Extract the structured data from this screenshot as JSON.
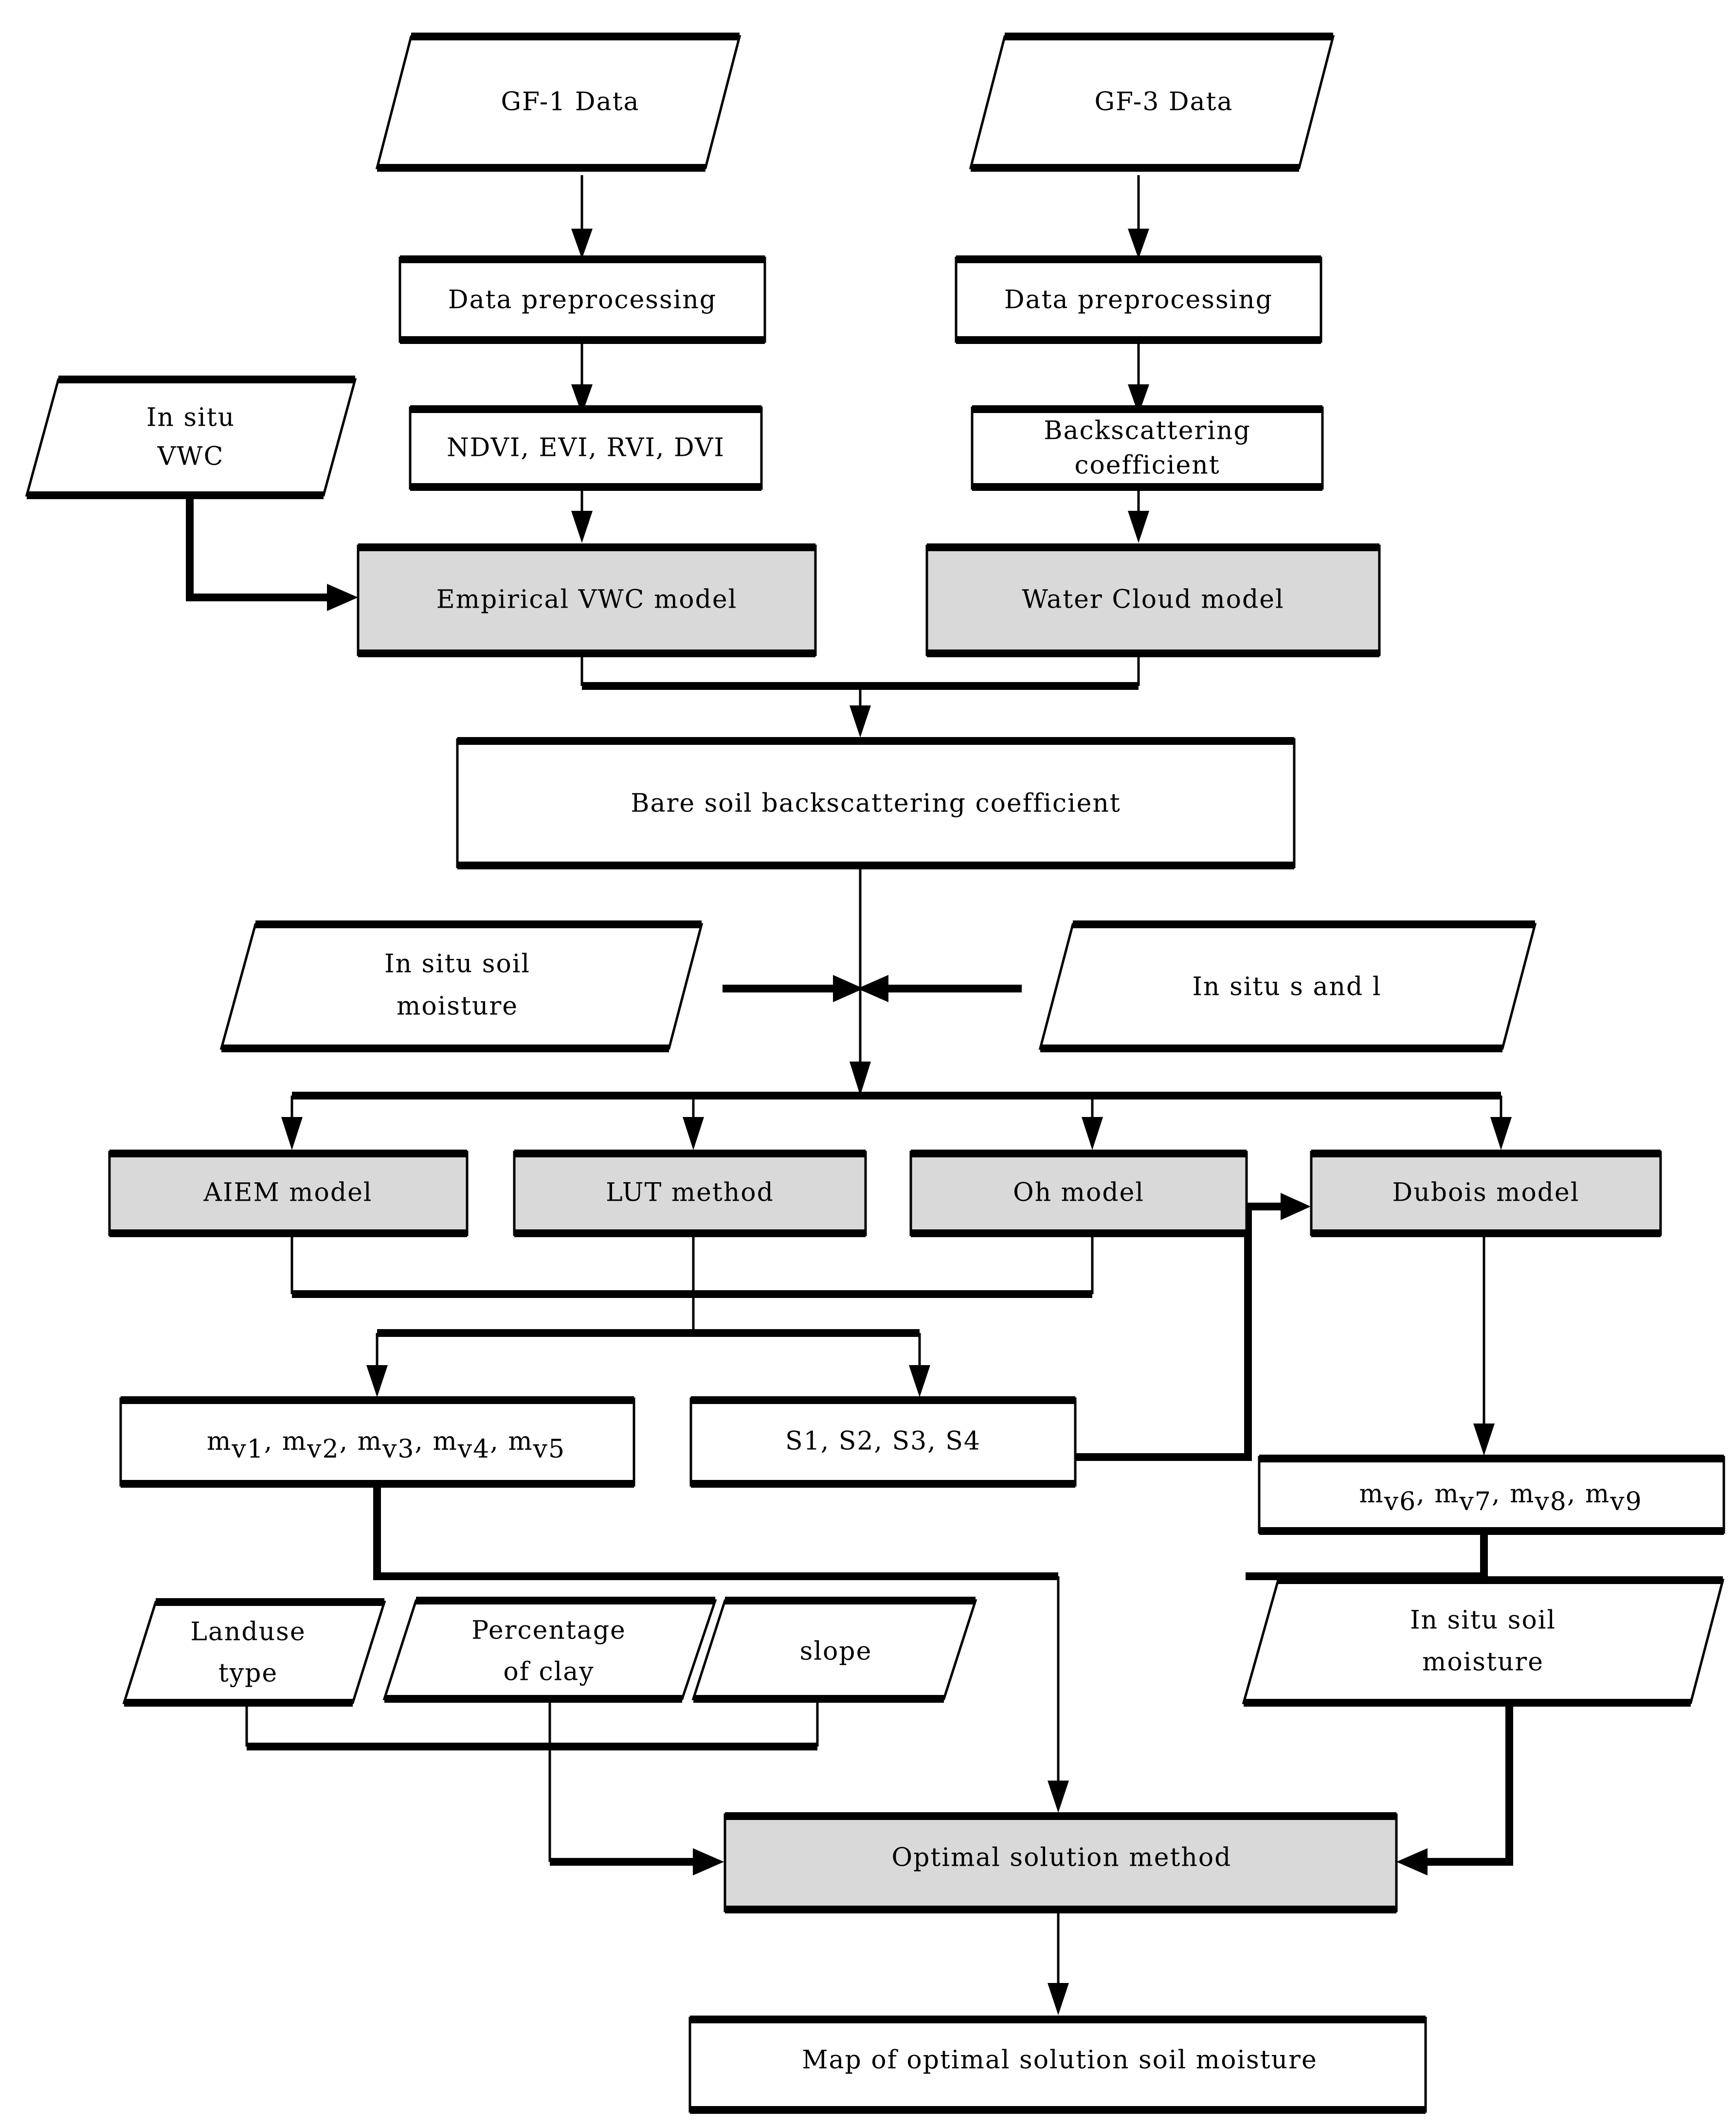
{
  "diagram": {
    "title": "Soil moisture retrieval workflow flowchart",
    "accent_shaded": "#d9d9d9",
    "line_color": "#000000",
    "background": "#ffffff"
  },
  "nodes": {
    "gf1_data": {
      "label": "GF-1 Data",
      "shape": "parallelogram"
    },
    "gf3_data": {
      "label": "GF-3 Data",
      "shape": "parallelogram"
    },
    "preproc_left": {
      "label": "Data preprocessing",
      "shape": "rect"
    },
    "preproc_right": {
      "label": "Data preprocessing",
      "shape": "rect"
    },
    "in_situ_vwc": {
      "label_line1": "In situ",
      "label_line2": "VWC",
      "shape": "parallelogram"
    },
    "indices": {
      "label": "NDVI, EVI, RVI, DVI",
      "shape": "rect"
    },
    "backscatter_coef": {
      "label_line1": "Backscattering",
      "label_line2": "coefficient",
      "shape": "rect"
    },
    "empirical_vwc_model": {
      "label": "Empirical VWC model",
      "shape": "rect",
      "shaded": true
    },
    "water_cloud_model": {
      "label": "Water Cloud model",
      "shape": "rect",
      "shaded": true
    },
    "bare_soil_backscatter": {
      "label": "Bare soil backscattering coefficient",
      "shape": "rect"
    },
    "in_situ_soil_moisture_top": {
      "label_line1": "In situ soil",
      "label_line2": "moisture",
      "shape": "parallelogram"
    },
    "in_situ_s_and_l": {
      "label": "In situ s and l",
      "shape": "parallelogram"
    },
    "aiem_model": {
      "label": "AIEM model",
      "shape": "rect",
      "shaded": true
    },
    "lut_method": {
      "label": "LUT method",
      "shape": "rect",
      "shaded": true
    },
    "oh_model": {
      "label": "Oh model",
      "shape": "rect",
      "shaded": true
    },
    "dubois_model": {
      "label": "Dubois model",
      "shape": "rect",
      "shaded": true
    },
    "mv_1_5": {
      "shape": "rect",
      "parts": [
        {
          "base": "m",
          "sub": "v1"
        },
        {
          "sep": ", "
        },
        {
          "base": "m",
          "sub": "v2"
        },
        {
          "sep": ", "
        },
        {
          "base": "m",
          "sub": "v3"
        },
        {
          "sep": ", "
        },
        {
          "base": "m",
          "sub": "v4"
        },
        {
          "sep": ", "
        },
        {
          "base": "m",
          "sub": "v5"
        }
      ],
      "plain": "mv1, mv2, mv3, mv4, mv5"
    },
    "s_1_4": {
      "label": "S1, S2, S3, S4",
      "shape": "rect"
    },
    "mv_6_9": {
      "shape": "rect",
      "parts": [
        {
          "base": "m",
          "sub": "v6"
        },
        {
          "sep": ", "
        },
        {
          "base": "m",
          "sub": "v7"
        },
        {
          "sep": ", "
        },
        {
          "base": "m",
          "sub": "v8"
        },
        {
          "sep": ", "
        },
        {
          "base": "m",
          "sub": "v9"
        }
      ],
      "plain": "mv6, mv7, mv8, mv9"
    },
    "landuse_type": {
      "label_line1": "Landuse",
      "label_line2": "type",
      "shape": "parallelogram"
    },
    "percentage_clay": {
      "label_line1": "Percentage",
      "label_line2": "of clay",
      "shape": "parallelogram"
    },
    "slope": {
      "label": "slope",
      "shape": "parallelogram"
    },
    "in_situ_soil_moisture_bottom": {
      "label_line1": "In situ soil",
      "label_line2": "moisture",
      "shape": "parallelogram"
    },
    "optimal_solution_method": {
      "label": "Optimal solution method",
      "shape": "rect",
      "shaded": true
    },
    "map_output": {
      "label": "Map of optimal solution soil moisture",
      "shape": "rect"
    }
  },
  "text_labels": {
    "mv1": "m",
    "mv1_sub": "v1",
    "mv2": "m",
    "mv2_sub": "v2",
    "mv3": "m",
    "mv3_sub": "v3",
    "mv4": "m",
    "mv4_sub": "v4",
    "mv5": "m",
    "mv5_sub": "v5",
    "mv6": "m",
    "mv6_sub": "v6",
    "mv7": "m",
    "mv7_sub": "v7",
    "mv8": "m",
    "mv8_sub": "v8",
    "mv9": "m",
    "mv9_sub": "v9",
    "comma": ","
  }
}
